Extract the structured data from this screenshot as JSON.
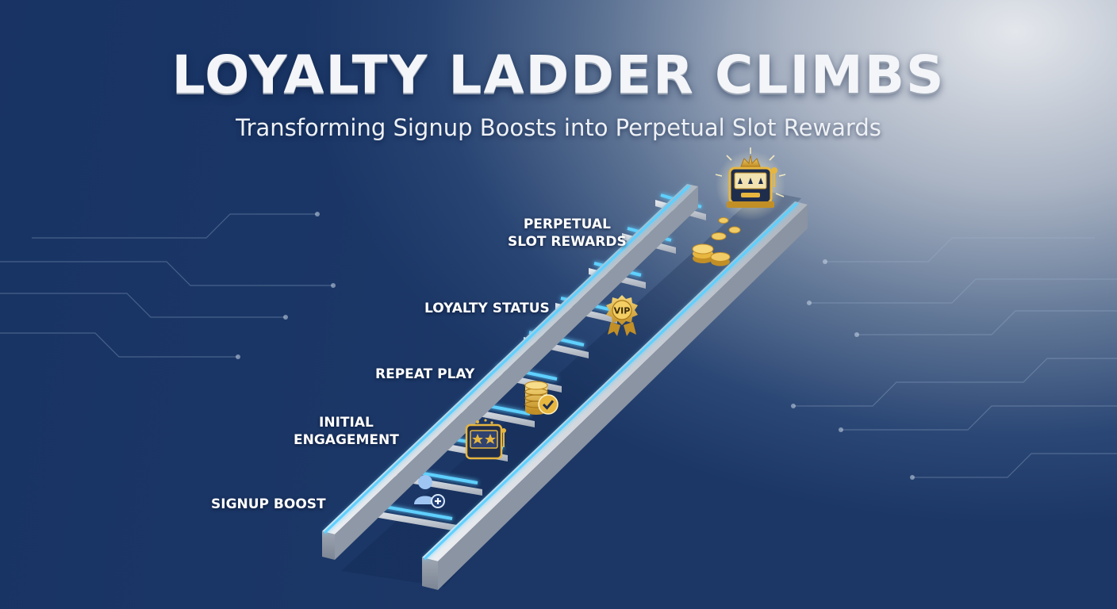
{
  "title": "LOYALTY LADDER CLIMBS",
  "subtitle": "Transforming Signup Boosts into Perpetual Slot Rewards",
  "steps": [
    {
      "label": "SIGNUP BOOST",
      "icon": "add-user-icon"
    },
    {
      "label": "INITIAL\nENGAGEMENT",
      "icon": "slot-machine-stars-icon"
    },
    {
      "label": "REPEAT PLAY",
      "icon": "coin-stack-check-icon"
    },
    {
      "label": "LOYALTY STATUS",
      "icon": "vip-badge-icon",
      "badge_text": "VIP"
    },
    {
      "label": "PERPETUAL\nSLOT REWARDS",
      "icon": "crowned-slot-machine-icon"
    }
  ],
  "colors": {
    "background_dark": "#1c3766",
    "background_light": "#e4e7ec",
    "rung_glow": "#5fd0ff",
    "ladder_metal": "#c9ced6",
    "gold": "#e7b63f"
  }
}
